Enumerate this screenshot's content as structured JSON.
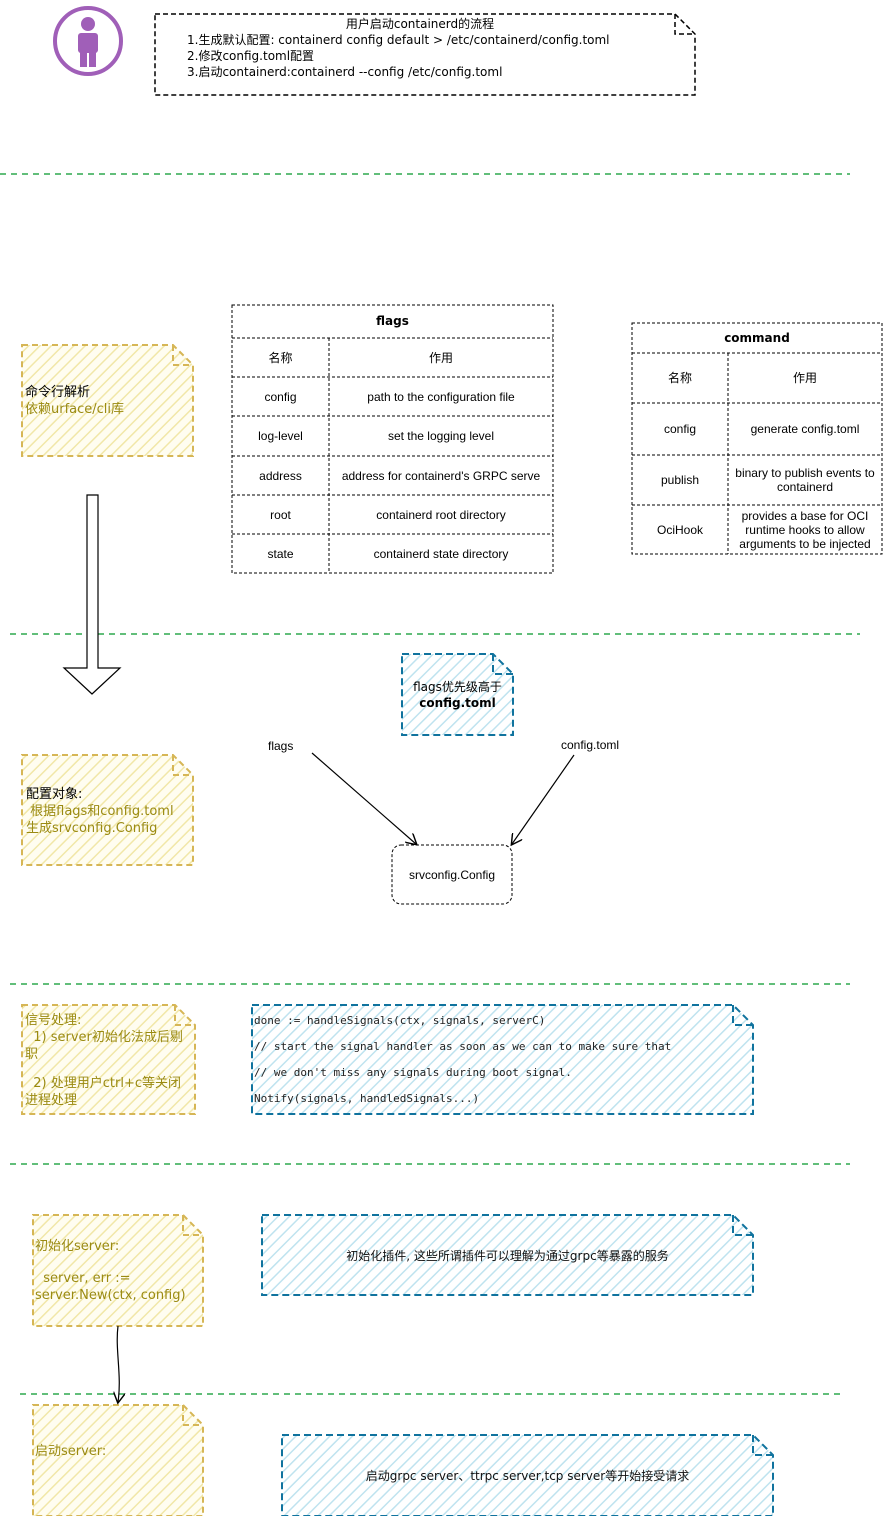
{
  "header_note": {
    "title": "用户启动containerd的流程",
    "steps": [
      "1.生成默认配置: containerd config default > /etc/containerd/config.toml",
      "2.修改config.toml配置",
      "3.启动containerd:containerd  --config  /etc/config.toml"
    ]
  },
  "cli_note": {
    "line1": "命令行解析",
    "line2": "依赖urface/cli库"
  },
  "flags_table": {
    "title": "flags",
    "headers": [
      "名称",
      "作用"
    ],
    "rows": [
      [
        "config",
        "path to the configuration file"
      ],
      [
        "log-level",
        "set the logging level"
      ],
      [
        "address",
        "address for containerd's GRPC serve"
      ],
      [
        "root",
        "containerd root directory"
      ],
      [
        "state",
        "containerd state directory"
      ]
    ]
  },
  "command_table": {
    "title": "command",
    "headers": [
      "名称",
      "作用"
    ],
    "rows": [
      [
        "config",
        "generate config.toml"
      ],
      [
        "publish",
        "binary to publish events to containerd"
      ],
      [
        "OciHook",
        "provides a base for OCI runtime hooks to allow arguments to be injected"
      ]
    ]
  },
  "priority_note": {
    "line1": "flags优先级高于",
    "line2": "config.toml"
  },
  "config_note": {
    "line1": "配置对象:",
    "line2": " 根据flags和config.toml",
    "line3": "生成srvconfig.Config"
  },
  "flow_labels": {
    "flags": "flags",
    "config_toml": "config.toml",
    "target": "srvconfig.Config"
  },
  "signal_note": {
    "line1": "信号处理:",
    "line2": "  1) server初始化法成后剔职",
    "line3": "  2) 处理用户ctrl+c等关闭进程处理"
  },
  "signal_code": [
    "done := handleSignals(ctx, signals, serverC)",
    "// start the signal handler as soon as we can to make sure that",
    "// we don't miss any signals during boot signal.",
    "Notify(signals, handledSignals...)"
  ],
  "init_note": {
    "line1": "初始化server:",
    "line2": "  server, err :=",
    "line3": "server.New(ctx, config)"
  },
  "plugin_note": {
    "text": "初始化插件, 这些所谓插件可以理解为通过grpc等暴露的服务"
  },
  "start_note": {
    "text": "启动server:"
  },
  "start_desc": {
    "text": "启动grpc server、ttrpc server,tcp server等开始接受请求"
  },
  "colors": {
    "divider": "#2fa84f",
    "yellow": "#d6b656",
    "blue": "#10739e",
    "purple": "#9b59b6"
  }
}
